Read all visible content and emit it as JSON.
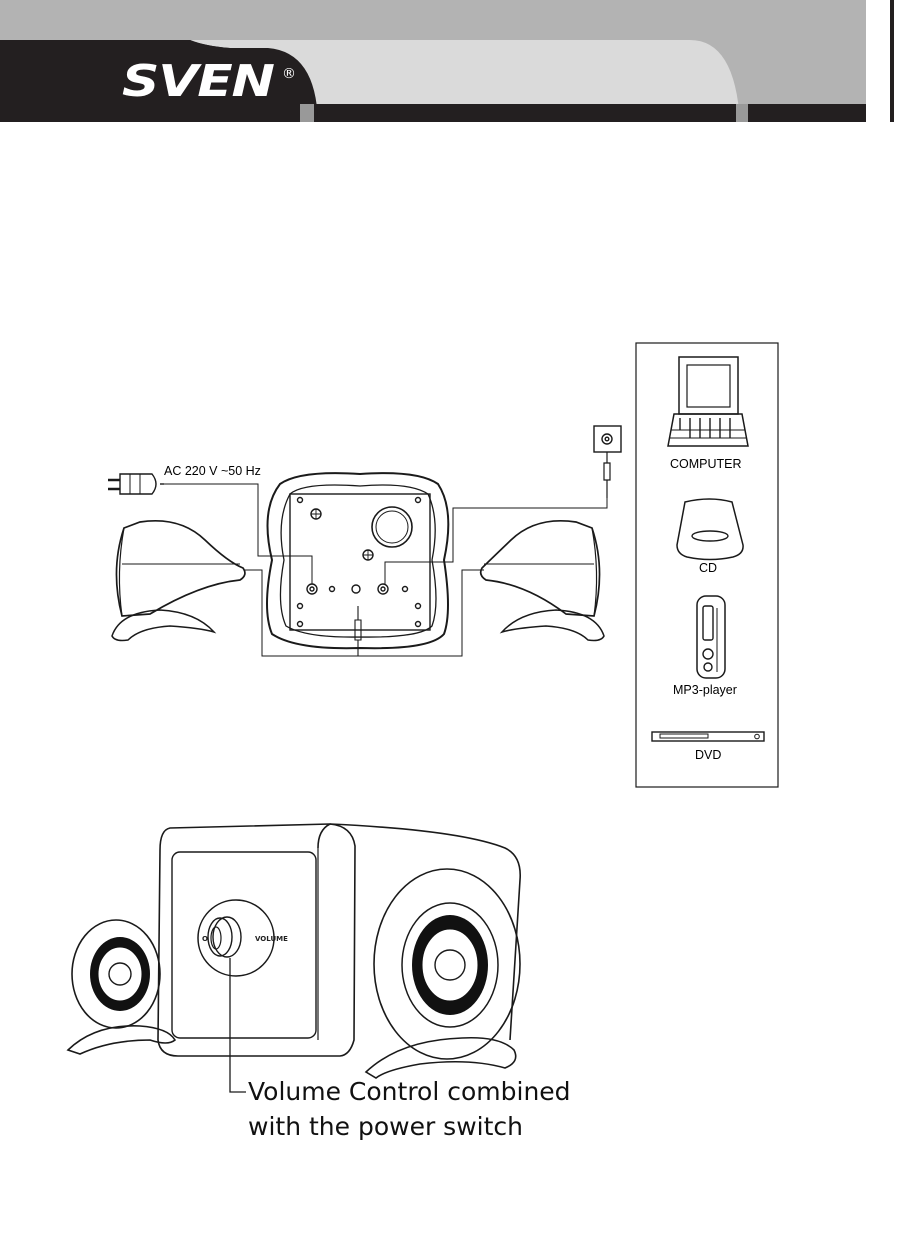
{
  "header": {
    "brand": "SVEN",
    "registered_mark": "®",
    "colors": {
      "band": "#b3b3b3",
      "pill": "#dadada",
      "dark": "#231f20",
      "accent": "#999999"
    }
  },
  "connection_diagram": {
    "power_label": "AC 220 V ~50 Hz",
    "sources": [
      {
        "label": "COMPUTER",
        "icon": "computer-icon"
      },
      {
        "label": "CD",
        "icon": "cd-icon"
      },
      {
        "label": "MP3-player",
        "icon": "mp3-player-icon"
      },
      {
        "label": "DVD",
        "icon": "dvd-icon"
      }
    ]
  },
  "front_view": {
    "knob_left_label": "O",
    "knob_right_label": "VOLUME",
    "caption_line1": "Volume Control combined",
    "caption_line2": "with the power switch"
  }
}
